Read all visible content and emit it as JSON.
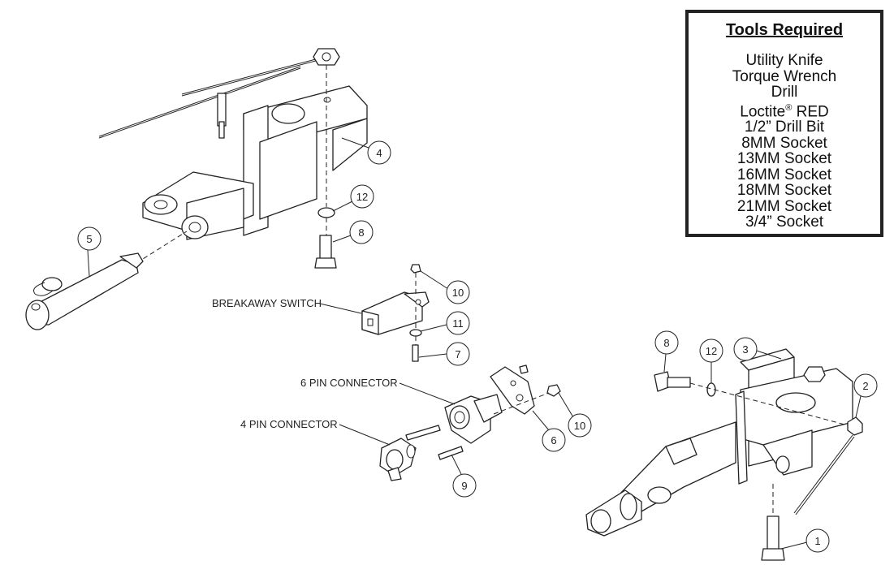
{
  "tools": {
    "title": "Tools Required",
    "items": [
      {
        "text": "Utility Knife",
        "sup": ""
      },
      {
        "text": "Torque Wrench",
        "sup": ""
      },
      {
        "text": "Drill",
        "sup": ""
      },
      {
        "text": "Loctite",
        "sup": "®",
        "suffix": " RED"
      },
      {
        "text": "1/2” Drill Bit",
        "sup": ""
      },
      {
        "text": "8MM Socket",
        "sup": ""
      },
      {
        "text": "13MM Socket",
        "sup": ""
      },
      {
        "text": "16MM Socket",
        "sup": ""
      },
      {
        "text": "18MM Socket",
        "sup": ""
      },
      {
        "text": "21MM Socket",
        "sup": ""
      },
      {
        "text": "3/4” Socket",
        "sup": ""
      }
    ]
  },
  "labels": {
    "breakaway_switch": "BREAKAWAY SWITCH",
    "six_pin": "6 PIN CONNECTOR",
    "four_pin": "4 PIN CONNECTOR"
  },
  "callouts": [
    "4",
    "12",
    "8",
    "5",
    "10",
    "11",
    "7",
    "10",
    "6",
    "9",
    "8",
    "12",
    "3",
    "2",
    "1"
  ]
}
